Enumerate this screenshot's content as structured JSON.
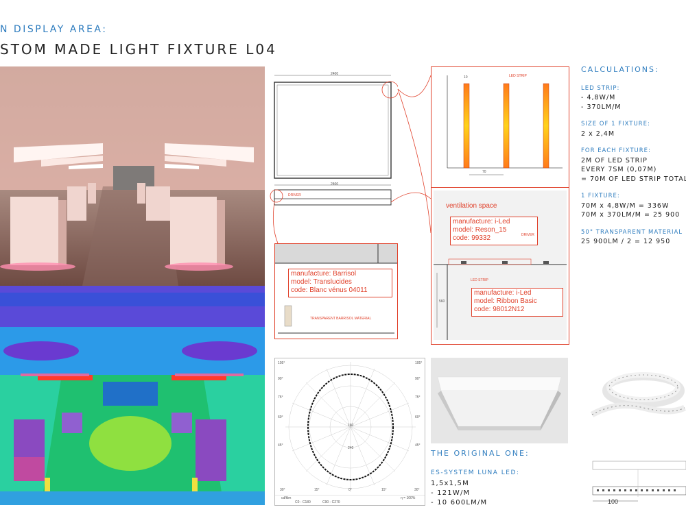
{
  "header": {
    "line1": "N DISPLAY AREA:",
    "line2": "STOM MADE LIGHT FIXTURE L04"
  },
  "calculations": {
    "title": "CALCULATIONS:",
    "led_strip_label": "LED STRIP:",
    "led_strip_1": "- 4,8W/M",
    "led_strip_2": "- 370LM/M",
    "size_label": "SIZE OF 1 FIXTURE:",
    "size_value": "2 x 2,4M",
    "each_label": "FOR EACH FIXTURE:",
    "each_1": "2M OF LED STRIP",
    "each_2": "EVERY 7SM (0,07M)",
    "each_3": "= 70M OF LED STRIP TOTAL",
    "one_label": "1 FIXTURE:",
    "one_1": "70M x 4,8W/M = 336W",
    "one_2": "70M x 370LM/M = 25 900",
    "material_label": "50° TRANSPARENT MATERIAL",
    "material_1": "25 900LM / 2 = 12 950"
  },
  "original": {
    "title": "THE ORIGINAL ONE:",
    "label": "ES-SYSTEM LUNA LED:",
    "l1": "1,5x1,5M",
    "l2": "- 121W/M",
    "l3": "- 10 600LM/M"
  },
  "drawings": {
    "dim_top": "2400",
    "dim_bottom": "2400",
    "driver": "DRIVER",
    "led_strip_top": "LED STRIP",
    "dim_70": "70",
    "dim_10": "10",
    "ventilation": "ventilation space",
    "driver2": "DRIVER",
    "led_strip2": "LED STRIP",
    "dim_560": "560",
    "barrisol_material": "TRANSPARENT BARRISOL MATERIAL"
  },
  "barrisol": {
    "l1": "manufacture: Barrisol",
    "l2": "model: Translucides",
    "l3": "code: Blanc vénus 04011"
  },
  "reson": {
    "l1": "manufacture: i-Led",
    "l2": "model: Reson_15",
    "l3": "code: 99332"
  },
  "ribbon": {
    "l1": "manufacture: i-Led",
    "l2": "model: Ribbon Basic",
    "l3": "code: 98012N12"
  },
  "polar": {
    "tl": "105°",
    "tr": "105°",
    "a90l": "90°",
    "a90r": "90°",
    "a75l": "75°",
    "a75r": "75°",
    "a60l": "60°",
    "a60r": "60°",
    "a45l": "45°",
    "a45r": "45°",
    "b30l": "30°",
    "b15l": "15°",
    "b0": "0°",
    "b15r": "15°",
    "b30r": "30°",
    "v160": "160",
    "v240": "240",
    "unit": "cd/klm",
    "pct": "η = 100%",
    "leg1": "C0 - C180",
    "leg2": "C90 - C270"
  },
  "strip_dim": "100"
}
